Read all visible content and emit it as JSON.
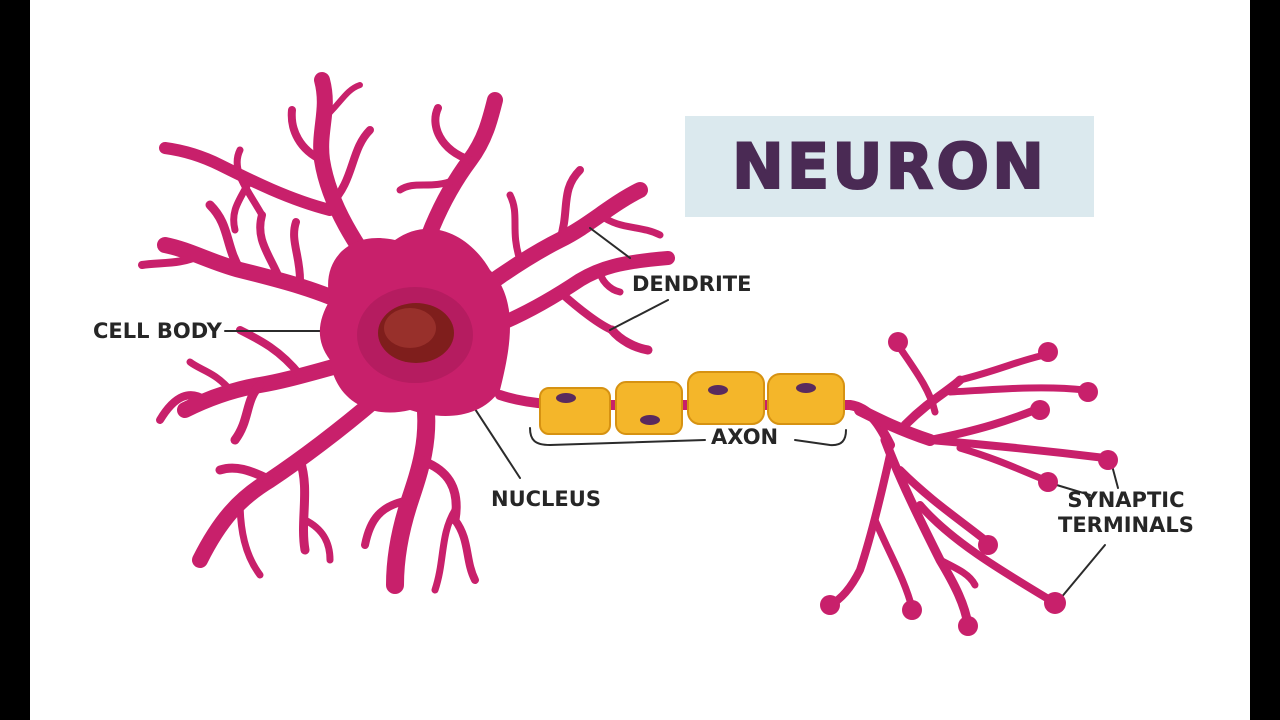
{
  "title": "NEURON",
  "labels": {
    "dendrite": "DENDRITE",
    "cell_body": "CELL BODY",
    "axon": "AXON",
    "nucleus": "NUCLEUS",
    "synaptic_line1": "SYNAPTIC",
    "synaptic_line2": "TERMINALS"
  },
  "colors": {
    "neuron": "#c8206b",
    "neuron_dark": "#a91a5a",
    "nucleus": "#7f1e1c",
    "myelin": "#f4b62a",
    "myelin_edge": "#d69212",
    "myelin_nucleus": "#5a2a5e",
    "title_bg": "#dbe9ee",
    "title_text": "#4a2a54",
    "leader": "#2b2b2b"
  }
}
